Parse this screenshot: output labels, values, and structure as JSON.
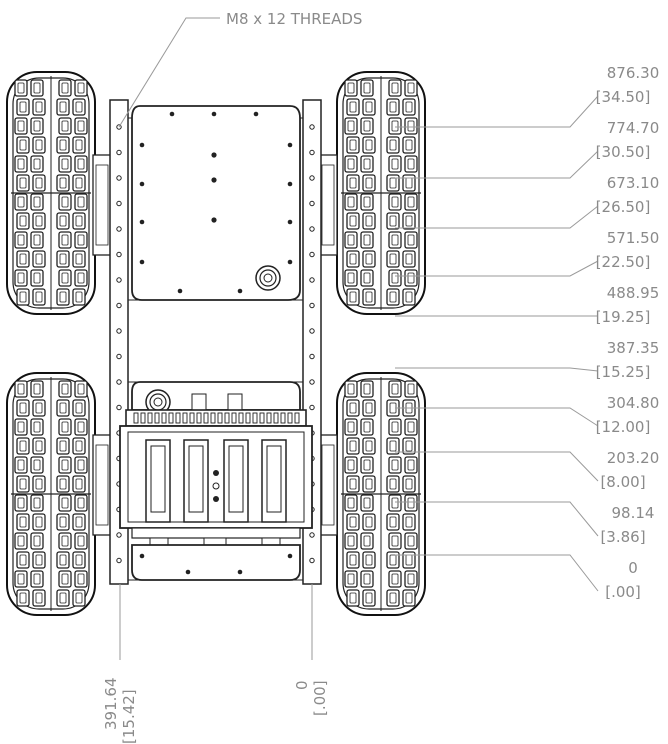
{
  "callout": {
    "label": "M8 x 12 THREADS"
  },
  "right_dimensions": [
    {
      "mm": "876.30",
      "inch": "[34.50]"
    },
    {
      "mm": "774.70",
      "inch": "[30.50]"
    },
    {
      "mm": "673.10",
      "inch": "[26.50]"
    },
    {
      "mm": "571.50",
      "inch": "[22.50]"
    },
    {
      "mm": "488.95",
      "inch": "[19.25]"
    },
    {
      "mm": "387.35",
      "inch": "[15.25]"
    },
    {
      "mm": "304.80",
      "inch": "[12.00]"
    },
    {
      "mm": "203.20",
      "inch": "[8.00]"
    },
    {
      "mm": "98.14",
      "inch": "[3.86]"
    },
    {
      "mm": "0",
      "inch": "[.00]"
    }
  ],
  "bottom_dimensions": [
    {
      "mm": "391.64",
      "inch": "[15.42]"
    },
    {
      "mm": "0",
      "inch": "[.00]"
    }
  ],
  "colors": {
    "dimension_text": "#8a8a8a",
    "outline": "#222222"
  }
}
